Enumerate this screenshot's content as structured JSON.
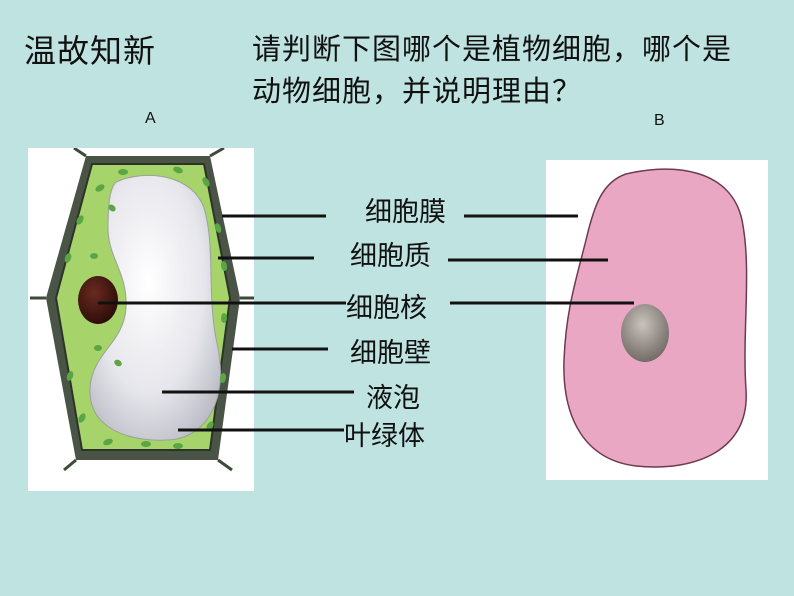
{
  "title": "温故知新",
  "question": "请判断下图哪个是植物细胞，哪个是动物细胞，并说明理由？",
  "panel_a_label": "A",
  "panel_b_label": "B",
  "parts": [
    "细胞膜",
    "细胞质",
    "细胞核",
    "细胞壁",
    "液泡",
    "叶绿体"
  ],
  "colors": {
    "background": "#bfe3e1",
    "plant_cytoplasm": "#a6d36a",
    "plant_wall": "#3e4a3a",
    "plant_nucleus": "#3a1510",
    "vacuole": "#e4e4ea",
    "animal_cell": "#e9a7c3",
    "animal_nucleus": "#8f8a86"
  }
}
